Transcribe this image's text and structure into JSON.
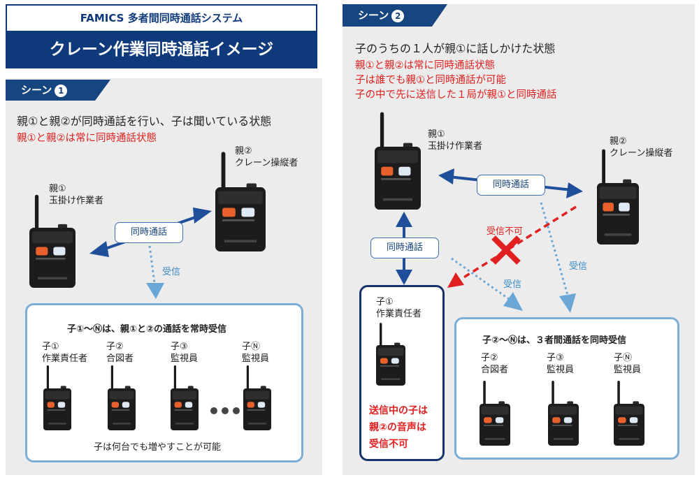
{
  "header": {
    "system": "FAMICS 多者間同時通話システム",
    "title": "クレーン作業同時通話イメージ"
  },
  "scene1": {
    "tab_label": "シーン",
    "tab_num": "1",
    "description": "親①と親②が同時通話を行い、子は聞いている状態",
    "red_note": "親①と親②は常に同時通話状態",
    "parent1": {
      "line1": "親①",
      "line2": "玉掛け作業者"
    },
    "parent2": {
      "line1": "親②",
      "line2": "クレーン操縦者"
    },
    "simultaneous_label": "同時通話",
    "receive_label": "受信",
    "children_box": {
      "title": "子①〜Ⓝは、親①と②の通話を常時受信",
      "children": [
        {
          "line1": "子①",
          "line2": "作業責任者"
        },
        {
          "line1": "子②",
          "line2": "合図者"
        },
        {
          "line1": "子③",
          "line2": "監視員"
        },
        {
          "line1": "子Ⓝ",
          "line2": "監視員"
        }
      ],
      "footer": "子は何台でも増やすことが可能"
    }
  },
  "scene2": {
    "tab_label": "シーン",
    "tab_num": "2",
    "description": "子のうちの１人が親①に話しかけた状態",
    "red_notes": [
      "親①と親②は常に同時通話状態",
      "子は誰でも親①と同時通話が可能",
      "子の中で先に送信した１局が親①と同時通話"
    ],
    "parent1": {
      "line1": "親①",
      "line2": "玉掛け作業者"
    },
    "parent2": {
      "line1": "親②",
      "line2": "クレーン操縦者"
    },
    "simultaneous_label_top": "同時通話",
    "simultaneous_label_left": "同時通話",
    "cannot_receive_label": "受信不可",
    "receive_label_1": "受信",
    "receive_label_2": "受信",
    "sender_box": {
      "line1": "子①",
      "line2": "作業責任者",
      "red_lines": [
        "送信中の子は",
        "親②の音声は",
        "受信不可"
      ]
    },
    "children_box": {
      "title": "子②〜Ⓝは、３者間通話を同時受信",
      "children": [
        {
          "line1": "子②",
          "line2": "合図者"
        },
        {
          "line1": "子③",
          "line2": "監視員"
        },
        {
          "line1": "子Ⓝ",
          "line2": "監視員"
        }
      ]
    }
  },
  "colors": {
    "navy": "#0e3a7c",
    "tab_blue": "#17457f",
    "arrow_blue": "#1f4f9a",
    "dotted_blue": "#6aa6d6",
    "red": "#e02020",
    "panel_gray": "#ececec"
  }
}
